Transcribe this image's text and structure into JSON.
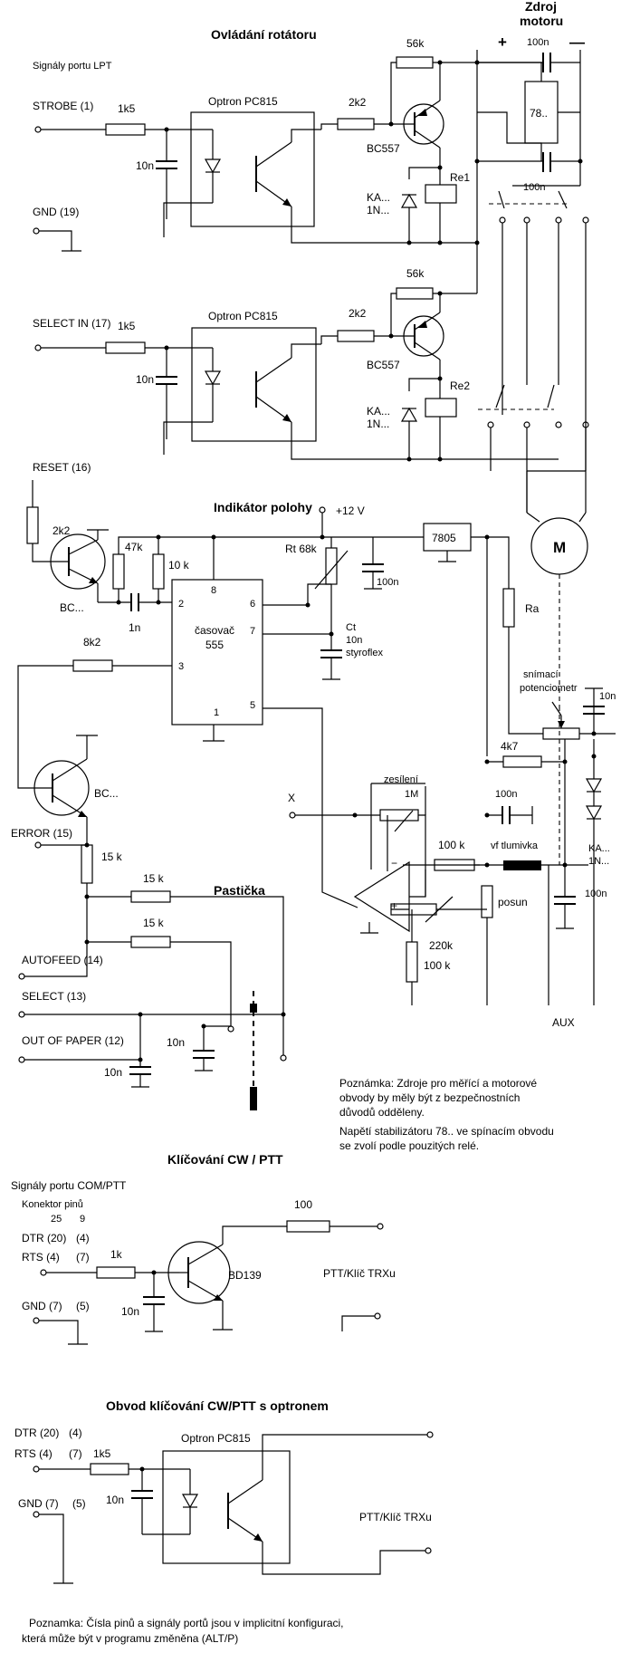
{
  "titles": {
    "rotator_control": "Ovládání rotátoru",
    "motor_supply": [
      "Zdroj",
      "motoru"
    ],
    "position_indicator": "Indikátor polohy",
    "trap": "Pastička",
    "cw_keying": "Klíčování CW / PTT",
    "cw_keying_opto": "Obvod klíčování CW/PTT s optronem"
  },
  "labels": {
    "lpt_signals": "Signály portu LPT",
    "strobe": "STROBE (1)",
    "gnd19": "GND (19)",
    "select_in": "SELECT IN (17)",
    "reset": "RESET (16)",
    "error": "ERROR (15)",
    "autofeed": "AUTOFEED (14)",
    "select": "SELECT (13)",
    "out_of_paper": "OUT OF PAPER (12)",
    "optron1": "Optron PC815",
    "optron2": "Optron PC815",
    "optron3": "Optron PC815",
    "r_1k5_a": "1k5",
    "r_1k5_b": "1k5",
    "r_1k5_c": "1k5",
    "c_10n_a": "10n",
    "c_10n_b": "10n",
    "r_2k2_a": "2k2",
    "r_2k2_b": "2k2",
    "r_56k_a": "56k",
    "r_56k_b": "56k",
    "bc557_a": "BC557",
    "bc557_b": "BC557",
    "re1": "Re1",
    "re2": "Re2",
    "diode_a": [
      "KA...",
      "1N..."
    ],
    "diode_b": [
      "KA...",
      "1N..."
    ],
    "plus": "+",
    "minus": "—",
    "c_100n_top": "100n",
    "reg_78": "78..",
    "c_100n_mid": "100n",
    "motor": "M",
    "r_2k2_reset": "2k2",
    "r_47k": "47k",
    "r_10k": "10 k",
    "bc_reset": "BC...",
    "c_1n": "1n",
    "pin2": "2",
    "pin3": "3",
    "pin8": "8",
    "pin6": "6",
    "pin7": "7",
    "pin1": "1",
    "pin5": "5",
    "timer": [
      "časovač",
      "555"
    ],
    "vcc": "+12 V",
    "rt": "Rt 68k",
    "c_100n_555": "100n",
    "ct": [
      "Ct",
      "10n",
      "styroflex"
    ],
    "reg_7805": "7805",
    "ra": "Ra",
    "pot_sense": [
      "snímací",
      "potenciometr"
    ],
    "c_10n_pot": "10n",
    "r_8k2": "8k2",
    "bc_error": "BC...",
    "r_15k_error": "15 k",
    "x": "X",
    "gain": [
      "zesílení",
      "1M"
    ],
    "r_4k7": "4k7",
    "c_100n_b": "100n",
    "r_100k_a": "100 k",
    "rf_choke": "vf tlumivka",
    "posun": "posun",
    "r_220k": "220k",
    "r_100k_b": "100 k",
    "diodes_right": [
      "KA...",
      "1N..."
    ],
    "c_100n_right": "100n",
    "aux": "AUX",
    "r_15k_a": "15 k",
    "r_15k_b": "15 k",
    "c_10n_trap_a": "10n",
    "c_10n_trap_b": "10n",
    "com_signals": "Signály portu COM/PTT",
    "pin_connector": "Konektor pinů",
    "pins_25_9": [
      "25",
      "9"
    ],
    "dtr": "DTR (20)",
    "dtr9": "(4)",
    "rts": "RTS  (4)",
    "rts9": "(7)",
    "gnd_com": "GND (7)",
    "gnd_com9": "(5)",
    "r_1k": "1k",
    "r_100": "100",
    "bd139": "BD139",
    "c_10n_com": "10n",
    "ptt": "PTT/Klíč TRXu",
    "dtr_b": "DTR (20)",
    "dtr9_b": "(4)",
    "rts_b": "RTS  (4)",
    "rts9_b": "(7)",
    "gnd_b": "GND (7)",
    "gnd9_b": "(5)",
    "c_10n_opto": "10n",
    "ptt_b": "PTT/Klíč TRXu"
  },
  "notes": {
    "note1": [
      "Poznámka: Zdroje pro měřící a motorové",
      "obvody by měly být z bezpečnostních",
      "důvodů odděleny."
    ],
    "note2": [
      "Napětí stabilizátoru 78.. ve spínacím obvodu",
      "se zvolí podle pouzitých relé."
    ],
    "note3": [
      "Poznamka: Čísla pinů a signály portů jsou v implicitní konfiguraci,",
      "která může být v programu změněna (ALT/P)"
    ]
  }
}
